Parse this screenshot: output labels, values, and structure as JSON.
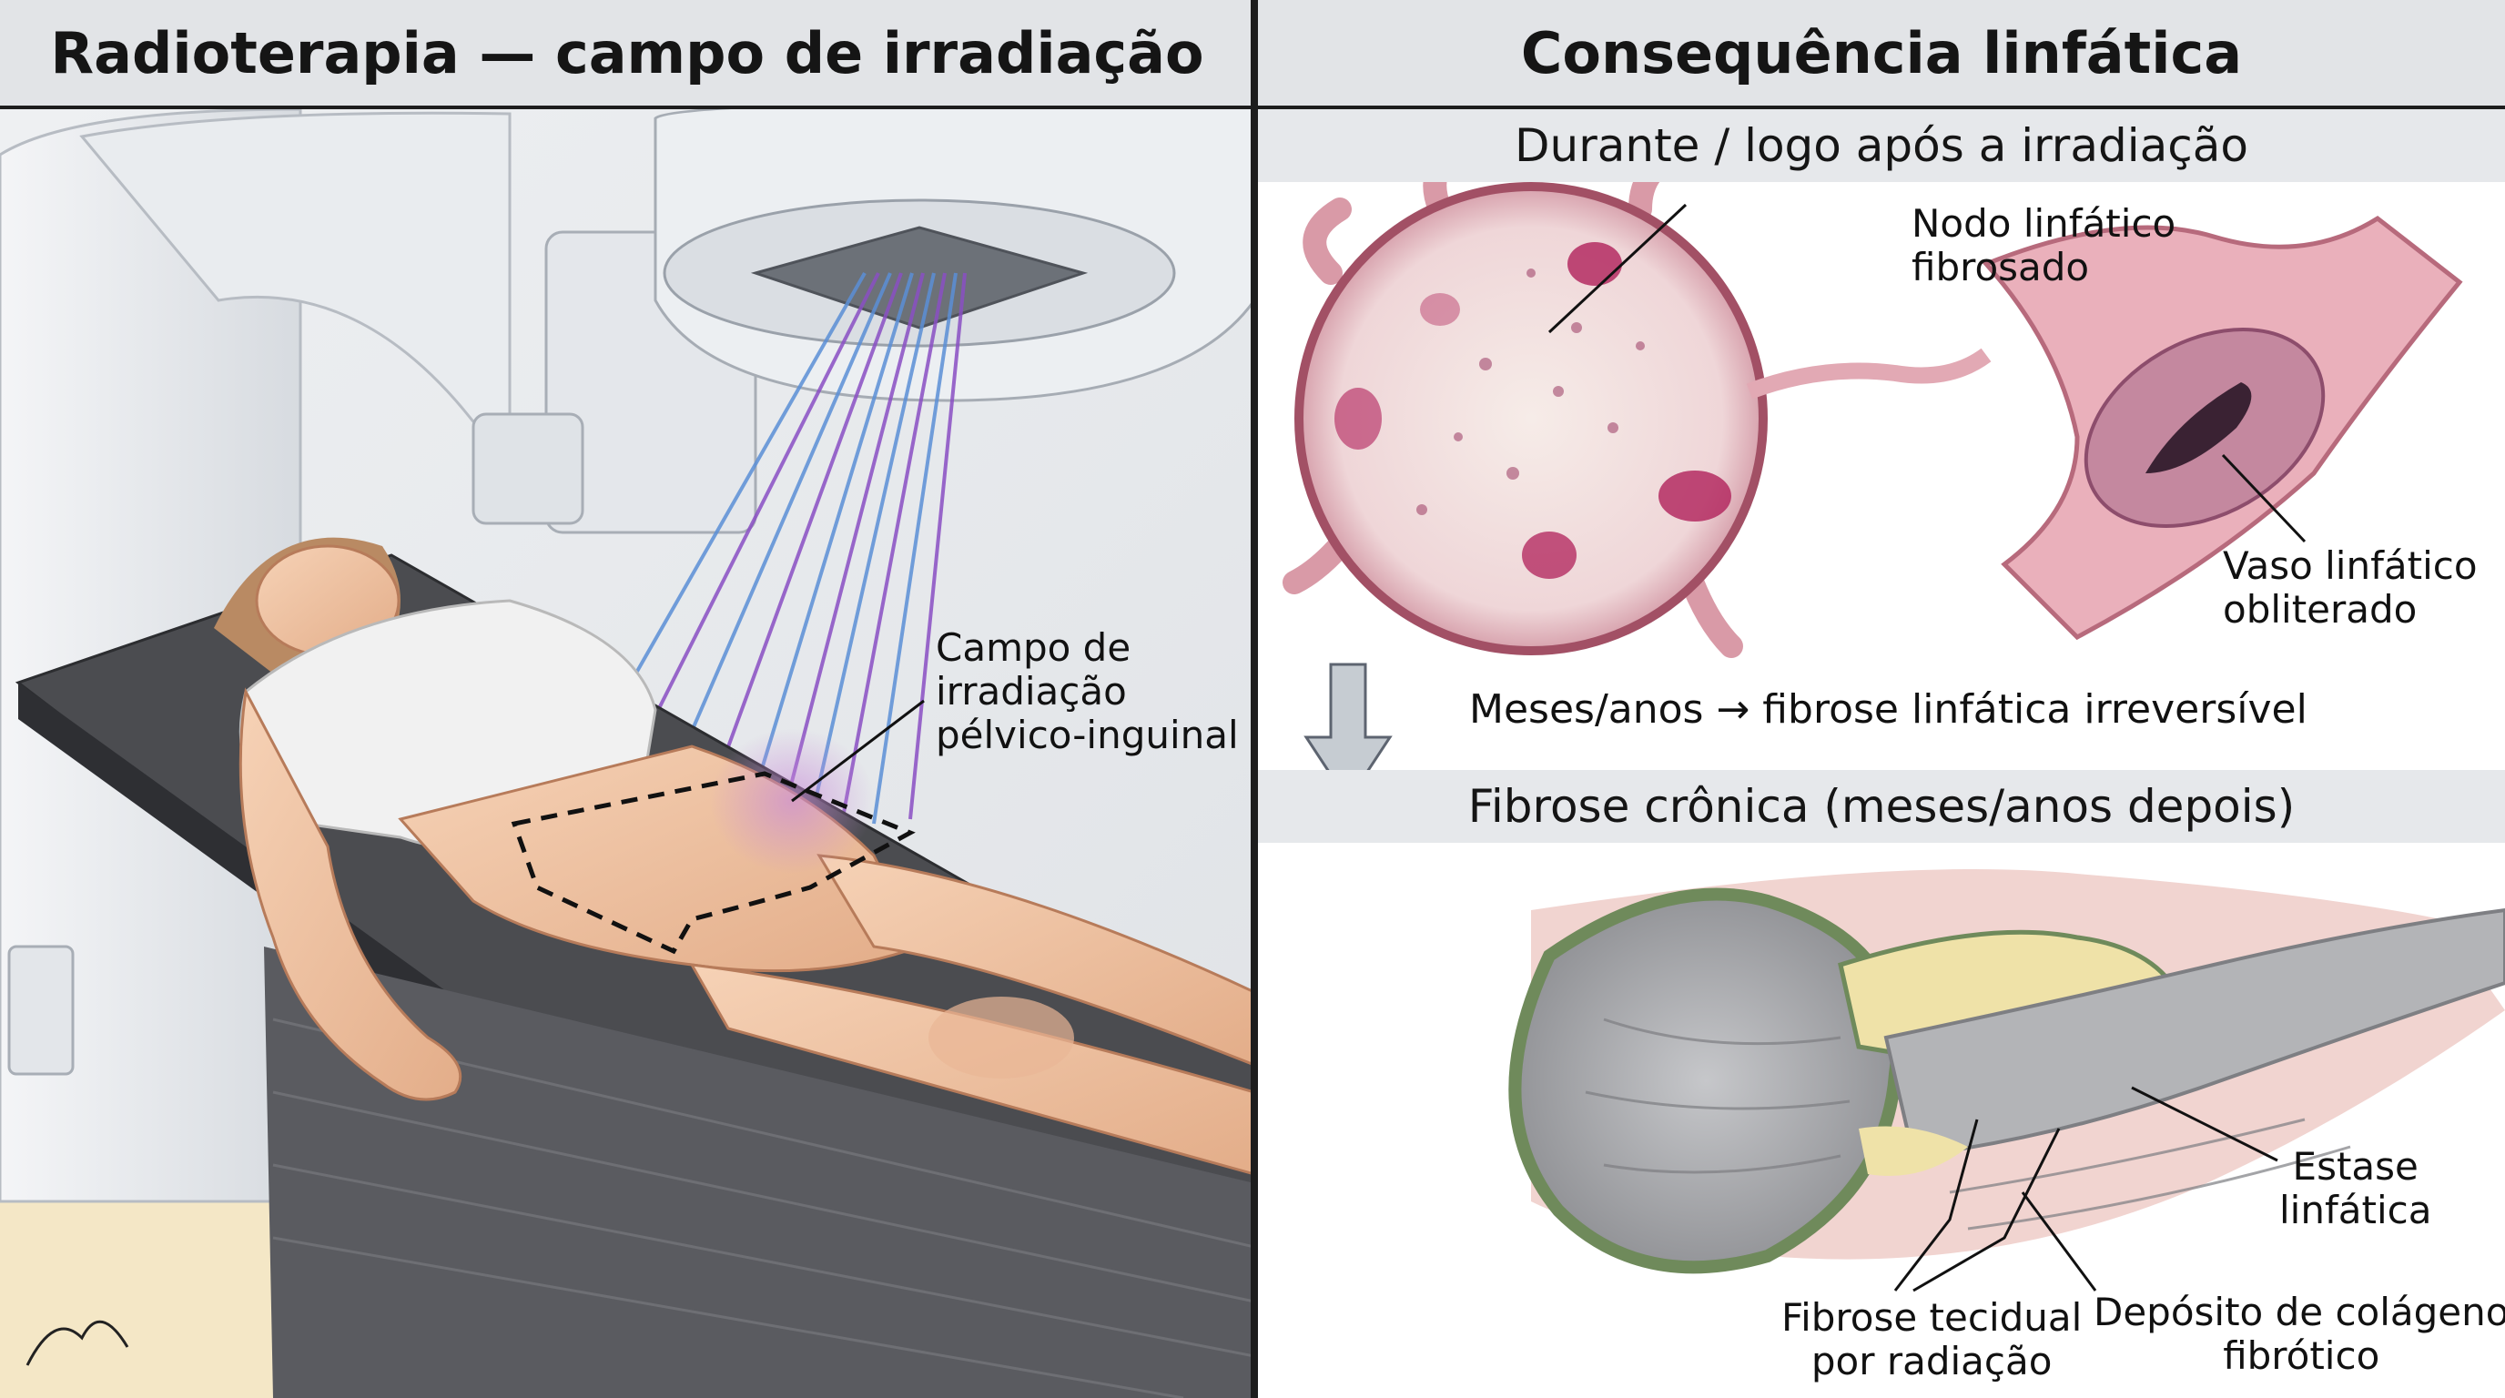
{
  "left_panel": {
    "title": "Radioterapia — campo de irradiação",
    "label_field": [
      "Campo de",
      "irradiação",
      "pélvico-inguinal"
    ]
  },
  "right_panel": {
    "title": "Consequência linfática",
    "section_acute": "Durante / logo após a irradiação",
    "label_node": [
      "Nodo linfático",
      "fibrosado"
    ],
    "label_vessel": [
      "Vaso linfático",
      "obliterado"
    ],
    "transition": "Meses/anos → fibrose linfática irreversível",
    "section_chronic": "Fibrose crônica (meses/anos depois)",
    "label_stasis": [
      "Estase",
      "linfática"
    ],
    "label_tissue_fibrosis": [
      "Fibrose tecidual",
      "por radiação"
    ],
    "label_collagen": [
      "Depósito de colágeno",
      "fibrótico"
    ]
  },
  "colors": {
    "header_bg": "#e2e4e7",
    "beam_blue": "#5b8fd6",
    "beam_purple": "#8a4fc4",
    "node_pink": "#e9b9c2",
    "node_dark": "#b0205a",
    "fibrosis_gray": "#a9aaad",
    "collagen_yellow": "#efe2a8",
    "skin": "#f1c6a6"
  }
}
